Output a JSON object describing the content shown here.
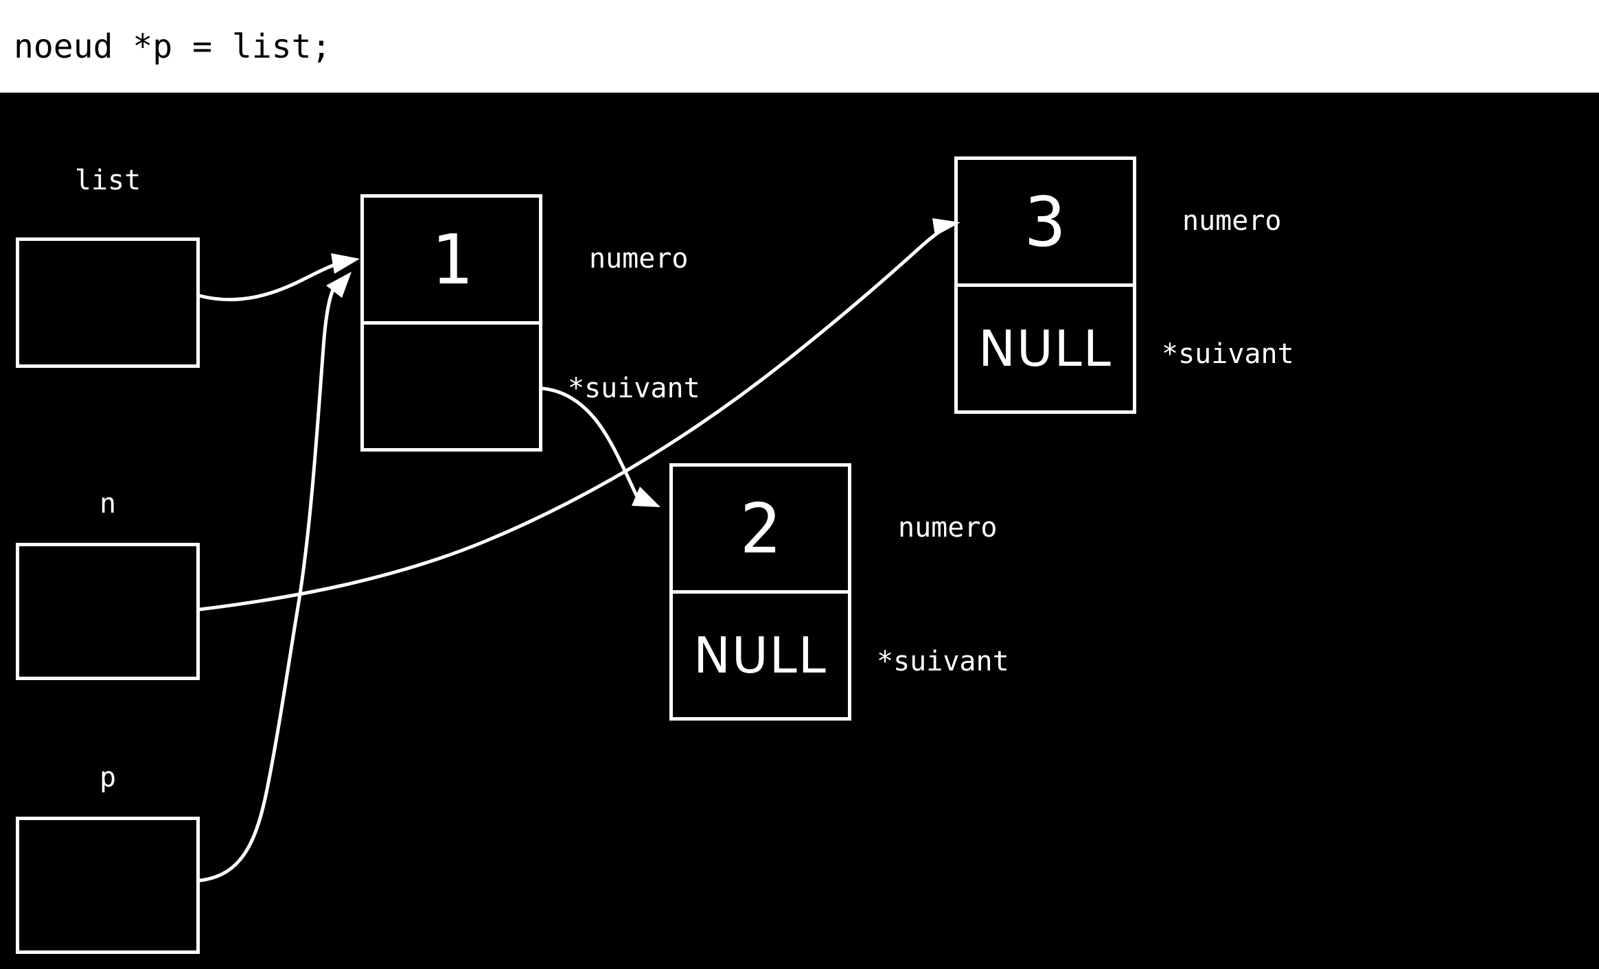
{
  "header": {
    "code": "noeud *p = list;"
  },
  "diagram": {
    "pointers": [
      {
        "label": "list"
      },
      {
        "label": "n"
      },
      {
        "label": "p"
      }
    ],
    "nodes": [
      {
        "value": "1",
        "next_value": "",
        "numero_label": "numero",
        "suivant_label": "*suivant"
      },
      {
        "value": "2",
        "next_value": "NULL",
        "numero_label": "numero",
        "suivant_label": "*suivant"
      },
      {
        "value": "3",
        "next_value": "NULL",
        "numero_label": "numero",
        "suivant_label": "*suivant"
      }
    ],
    "arrows": [
      {
        "name": "list-to-node1",
        "from": "list",
        "to": "node1"
      },
      {
        "name": "p-to-node1",
        "from": "p",
        "to": "node1"
      },
      {
        "name": "node1-suivant-to-node2",
        "from": "node1-suivant",
        "to": "node2"
      },
      {
        "name": "n-to-node3",
        "from": "n",
        "to": "node3"
      }
    ],
    "colors": {
      "background": "#000000",
      "foreground": "#ffffff",
      "header_bg": "#ffffff",
      "header_text": "#000000"
    }
  }
}
